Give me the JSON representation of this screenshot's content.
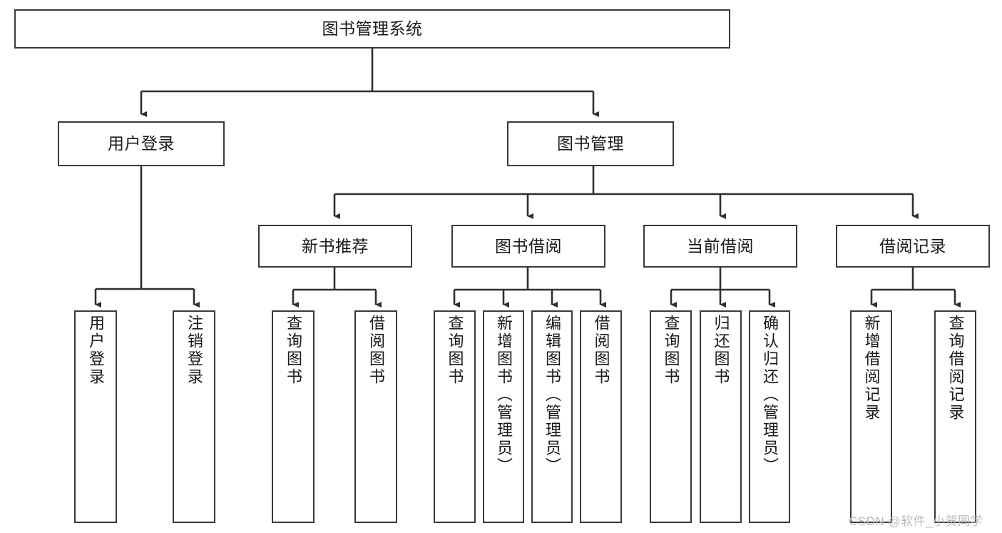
{
  "diagram": {
    "title": "图书管理系统",
    "watermark": "CSDN @软件_小贺同学",
    "colors": {
      "box_border": "#3a3a3a",
      "connector": "#2f2f2f",
      "text": "#1a1a1a",
      "background": "#ffffff",
      "watermark": "#b9b9b9"
    },
    "root": {
      "label": "图书管理系统"
    },
    "level1": [
      {
        "label": "用户登录"
      },
      {
        "label": "图书管理"
      }
    ],
    "level2": [
      {
        "label": "新书推荐"
      },
      {
        "label": "图书借阅"
      },
      {
        "label": "当前借阅"
      },
      {
        "label": "借阅记录"
      }
    ],
    "leaves": {
      "user_login": [
        {
          "label": "用户登录"
        },
        {
          "label": "注销登录"
        }
      ],
      "new_book_recommend": [
        {
          "label": "查询图书"
        },
        {
          "label": "借阅图书"
        }
      ],
      "book_borrow": [
        {
          "label": "查询图书"
        },
        {
          "label": "新增图书（管理员）"
        },
        {
          "label": "编辑图书（管理员）"
        },
        {
          "label": "借阅图书"
        }
      ],
      "current_borrow": [
        {
          "label": "查询图书"
        },
        {
          "label": "归还图书"
        },
        {
          "label": "确认归还（管理员）"
        }
      ],
      "borrow_record": [
        {
          "label": "新增借阅记录"
        },
        {
          "label": "查询借阅记录"
        }
      ]
    }
  }
}
